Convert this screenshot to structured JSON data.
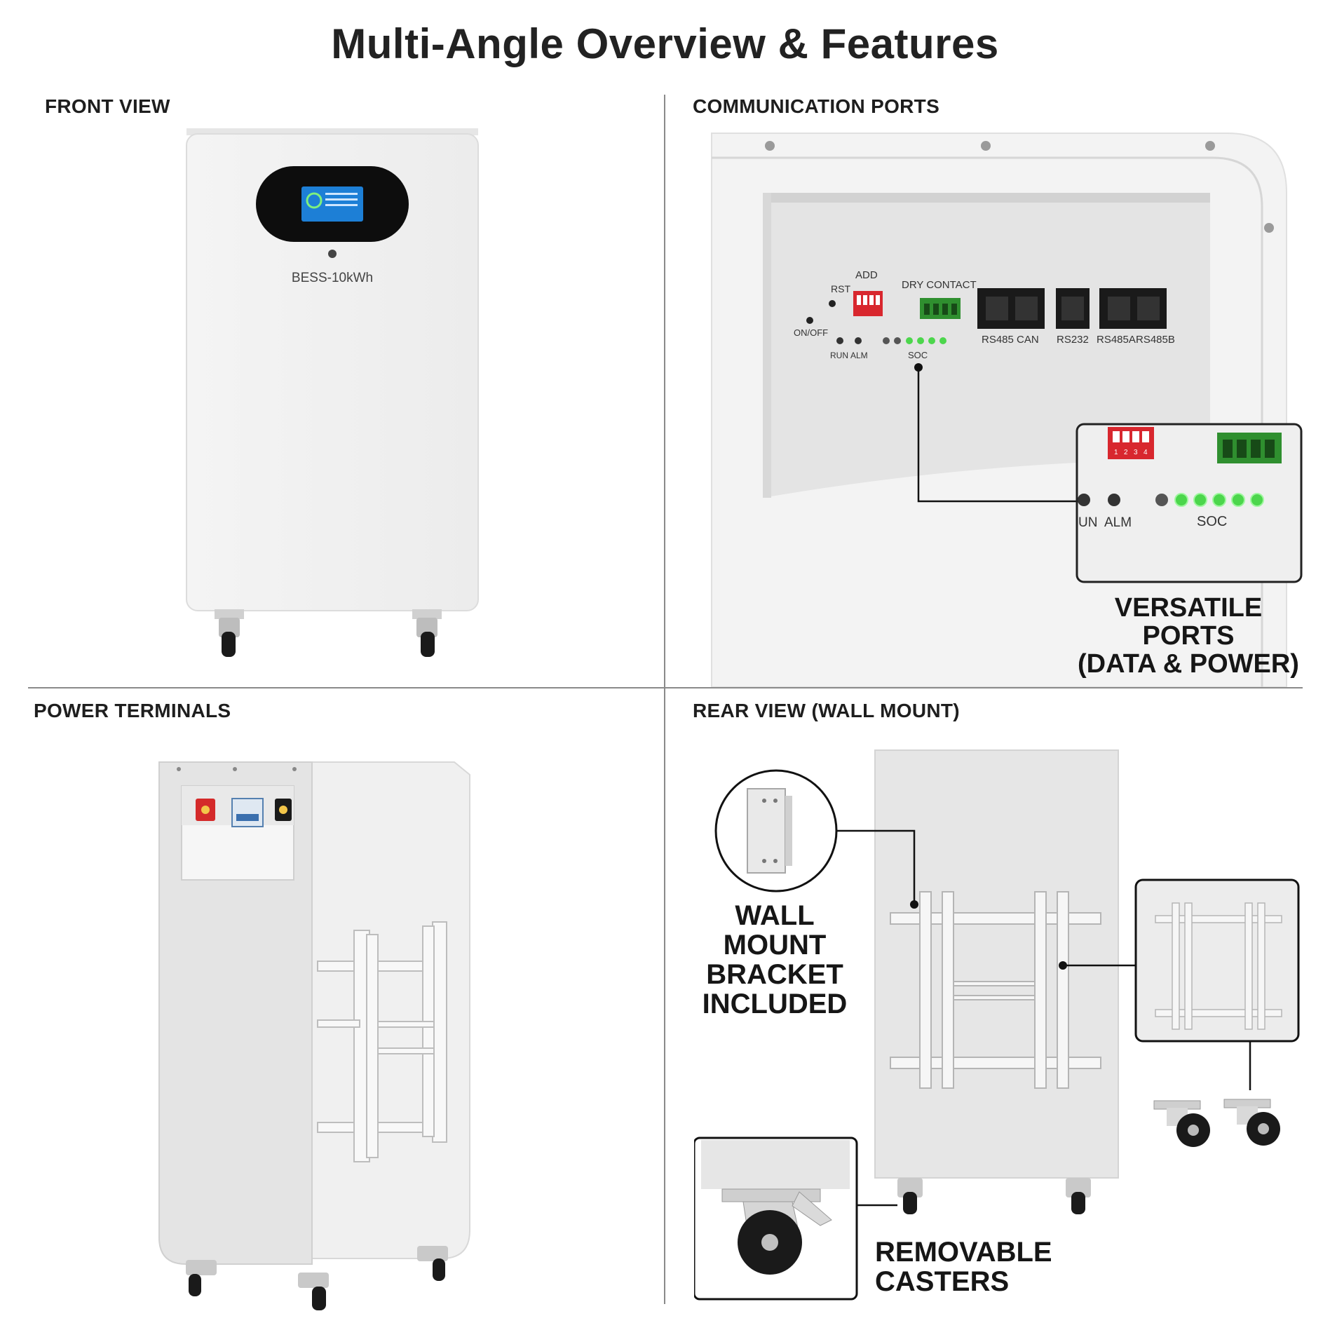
{
  "page": {
    "title": "Multi-Angle Overview & Features"
  },
  "sections": {
    "front": {
      "label": "FRONT VIEW",
      "model_label": "BESS-10kWh"
    },
    "ports": {
      "label": "COMMUNICATION PORTS",
      "panel_labels": {
        "rst": "RST",
        "add": "ADD",
        "dry_contact": "DRY CONTACT",
        "onoff": "ON/OFF",
        "run": "RUN",
        "alm": "ALM",
        "soc": "SOC",
        "rs485": "RS485",
        "can": "CAN",
        "rs232": "RS232",
        "rs485a": "RS485A",
        "rs485b": "RS485B"
      },
      "zoom_labels": {
        "run": "UN",
        "alm": "ALM",
        "soc": "SOC",
        "dip_numbers": [
          "1",
          "2",
          "3",
          "4"
        ]
      },
      "callout_line1": "VERSATILE PORTS",
      "callout_line2": "(DATA & POWER)"
    },
    "power": {
      "label": "POWER TERMINALS"
    },
    "rear": {
      "label": "REAR VIEW (WALL MOUNT)",
      "bracket_line1": "WALL MOUNT",
      "bracket_line2": "BRACKET",
      "bracket_line3": "INCLUDED",
      "casters_line1": "REMOVABLE",
      "casters_line2": "CASTERS"
    }
  },
  "colors": {
    "cabinet": "#f2f2f2",
    "cabinet_shade": "#d9d9d9",
    "display_bezel": "#0d0d0d",
    "screen": "#1d7fd6",
    "led_green": "#4cd64c",
    "dip_red": "#d8272e",
    "terminal_green": "#2f8f2f",
    "rj45": "#1a1a1a",
    "pos_terminal": "#d42a2a"
  }
}
